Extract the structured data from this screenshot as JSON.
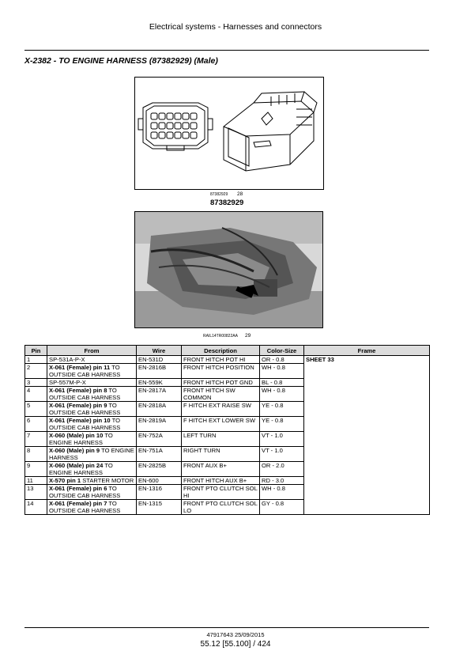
{
  "header": {
    "title": "Electrical systems - Harnesses and connectors"
  },
  "section": {
    "title": "X-2382 - TO ENGINE HARNESS (87382929) (Male)"
  },
  "figure1": {
    "ref": "87382929",
    "num": "28",
    "caption": "87382929"
  },
  "figure2": {
    "ref": "RAIL14TR00822AA",
    "num": "29"
  },
  "table": {
    "headers": [
      "Pin",
      "From",
      "Wire",
      "Description",
      "Color-Size",
      "Frame"
    ],
    "frame_value": "SHEET 33",
    "rows": [
      {
        "pin": "1",
        "from_bold": "",
        "from_rest": "SP-531A-P-X",
        "wire": "EN-531D",
        "desc": "FRONT HITCH POT HI",
        "color": "OR - 0.8"
      },
      {
        "pin": "2",
        "from_bold": "X-061 (Female) pin 11",
        "from_rest": " TO OUTSIDE CAB HARNESS",
        "wire": "EN-2816B",
        "desc": "FRONT HITCH POSITION",
        "color": "WH - 0.8"
      },
      {
        "pin": "3",
        "from_bold": "",
        "from_rest": "SP-557M-P-X",
        "wire": "EN-559K",
        "desc": "FRONT HITCH POT GND",
        "color": "BL - 0.8"
      },
      {
        "pin": "4",
        "from_bold": "X-061 (Female) pin 8",
        "from_rest": " TO OUTSIDE CAB HARNESS",
        "wire": "EN-2817A",
        "desc": "FRONT HITCH SW COMMON",
        "color": "WH - 0.8"
      },
      {
        "pin": "5",
        "from_bold": "X-061 (Female) pin 9",
        "from_rest": " TO OUTSIDE CAB HARNESS",
        "wire": "EN-2818A",
        "desc": "F HITCH EXT RAISE SW",
        "color": "YE - 0.8"
      },
      {
        "pin": "6",
        "from_bold": "X-061 (Female) pin 10",
        "from_rest": " TO OUTSIDE CAB HARNESS",
        "wire": "EN-2819A",
        "desc": "F HITCH EXT LOWER SW",
        "color": "YE - 0.8"
      },
      {
        "pin": "7",
        "from_bold": "X-060 (Male) pin 10",
        "from_rest": " TO ENGINE HARNESS",
        "wire": "EN-752A",
        "desc": "LEFT TURN",
        "color": "VT - 1.0"
      },
      {
        "pin": "8",
        "from_bold": "X-060 (Male) pin 9",
        "from_rest": " TO ENGINE HARNESS",
        "wire": "EN-751A",
        "desc": "RIGHT TURN",
        "color": "VT - 1.0"
      },
      {
        "pin": "9",
        "from_bold": "X-060 (Male) pin 24",
        "from_rest": " TO ENGINE HARNESS",
        "wire": "EN-2825B",
        "desc": "FRONT AUX B+",
        "color": "OR - 2.0"
      },
      {
        "pin": "11",
        "from_bold": "X-570 pin 1",
        "from_rest": " STARTER MOTOR",
        "wire": "EN-600",
        "desc": "FRONT HITCH AUX B+",
        "color": "RD - 3.0"
      },
      {
        "pin": "13",
        "from_bold": "X-061 (Female) pin 6",
        "from_rest": " TO OUTSIDE CAB HARNESS",
        "wire": "EN-1316",
        "desc": "FRONT PTO CLUTCH SOL HI",
        "color": "WH - 0.8"
      },
      {
        "pin": "14",
        "from_bold": "X-061 (Female) pin 7",
        "from_rest": " TO OUTSIDE CAB HARNESS",
        "wire": "EN-1315",
        "desc": "FRONT PTO CLUTCH SOL LO",
        "color": "GY - 0.8"
      }
    ]
  },
  "footer": {
    "doc_id": "47917643 25/09/2015",
    "page": "55.12 [55.100] / 424"
  }
}
